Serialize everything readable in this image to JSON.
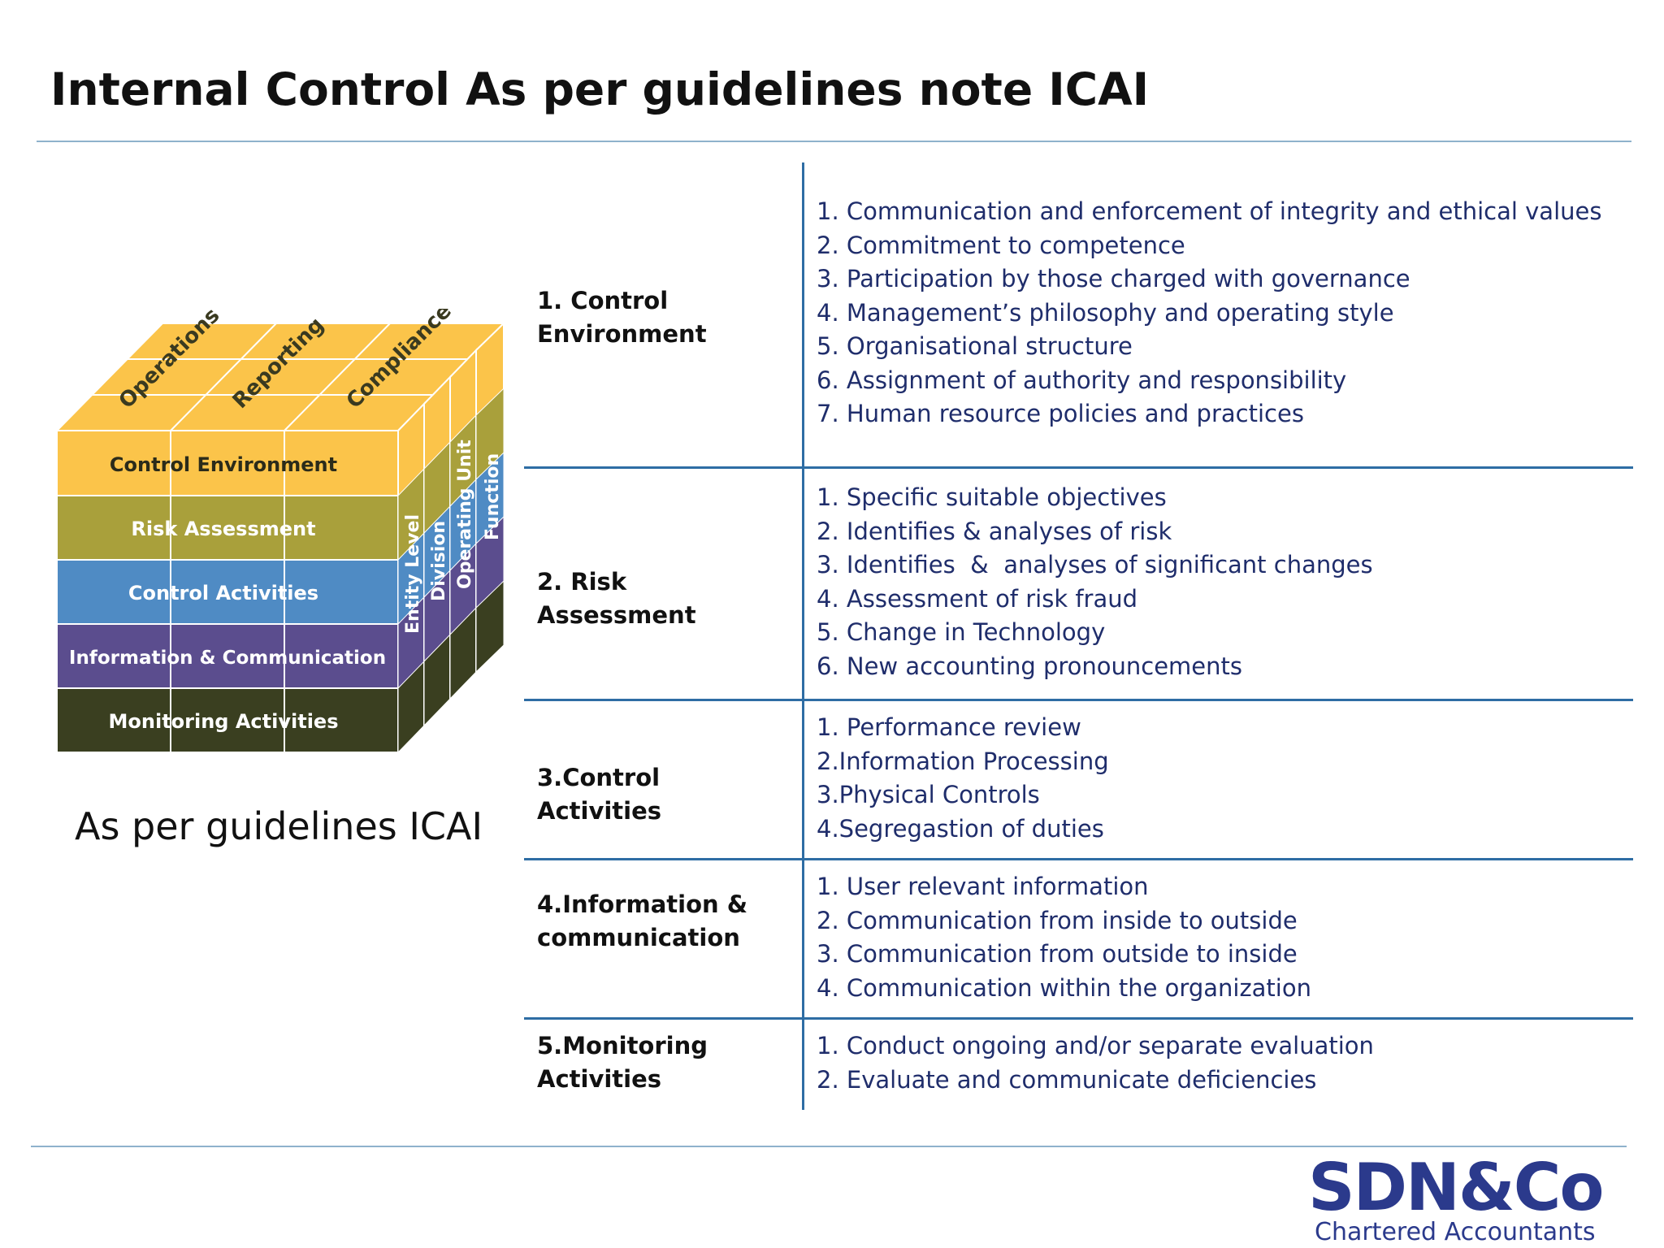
{
  "title": "Internal Control As per guidelines note ICAI",
  "cube": {
    "top_labels": [
      "Operations",
      "Reporting",
      "Compliance"
    ],
    "front_layers": [
      {
        "label": "Control Environment",
        "color": "#fbc44a"
      },
      {
        "label": "Risk Assessment",
        "color": "#a9a03b"
      },
      {
        "label": "Control Activities",
        "color": "#4f8bc4"
      },
      {
        "label": "Information & Communication",
        "color": "#5b4d8e"
      },
      {
        "label": "Monitoring Activities",
        "color": "#3a3f20"
      }
    ],
    "side_labels": [
      "Entity Level",
      "Division",
      "Operating Unit",
      "Function"
    ]
  },
  "caption": "As per guidelines ICAI",
  "components": [
    {
      "heading": [
        "1. Control",
        "Environment"
      ],
      "items": [
        "1. Communication and enforcement of integrity and ethical values",
        "2. Commitment to competence",
        "3. Participation by those charged with governance",
        "4. Management’s philosophy and operating style",
        "5. Organisational structure",
        "6. Assignment of authority and responsibility",
        "7. Human resource policies and practices"
      ]
    },
    {
      "heading": [
        "2. Risk Assessment"
      ],
      "items": [
        "1. Specific suitable objectives",
        "2. Identifies & analyses of risk",
        "3. Identifies  &  analyses of significant changes",
        "4. Assessment of risk fraud",
        "5. Change in Technology",
        "6. New accounting pronouncements"
      ]
    },
    {
      "heading": [
        "3.Control Activities"
      ],
      "items": [
        "1. Performance review",
        "2.Information Processing",
        "3.Physical Controls",
        "4.Segregastion of duties"
      ]
    },
    {
      "heading": [
        "4.Information &",
        "communication"
      ],
      "items": [
        "1. User relevant information",
        "2. Communication from inside to outside",
        "3. Communication from outside to inside",
        "4. Communication within the organization"
      ]
    },
    {
      "heading": [
        "5.Monitoring",
        "Activities"
      ],
      "items": [
        "1. Conduct ongoing and/or separate evaluation",
        "2. Evaluate and communicate deficiencies"
      ]
    }
  ],
  "logo": {
    "name": "SDN&Co",
    "subtitle": "Chartered Accountants"
  }
}
